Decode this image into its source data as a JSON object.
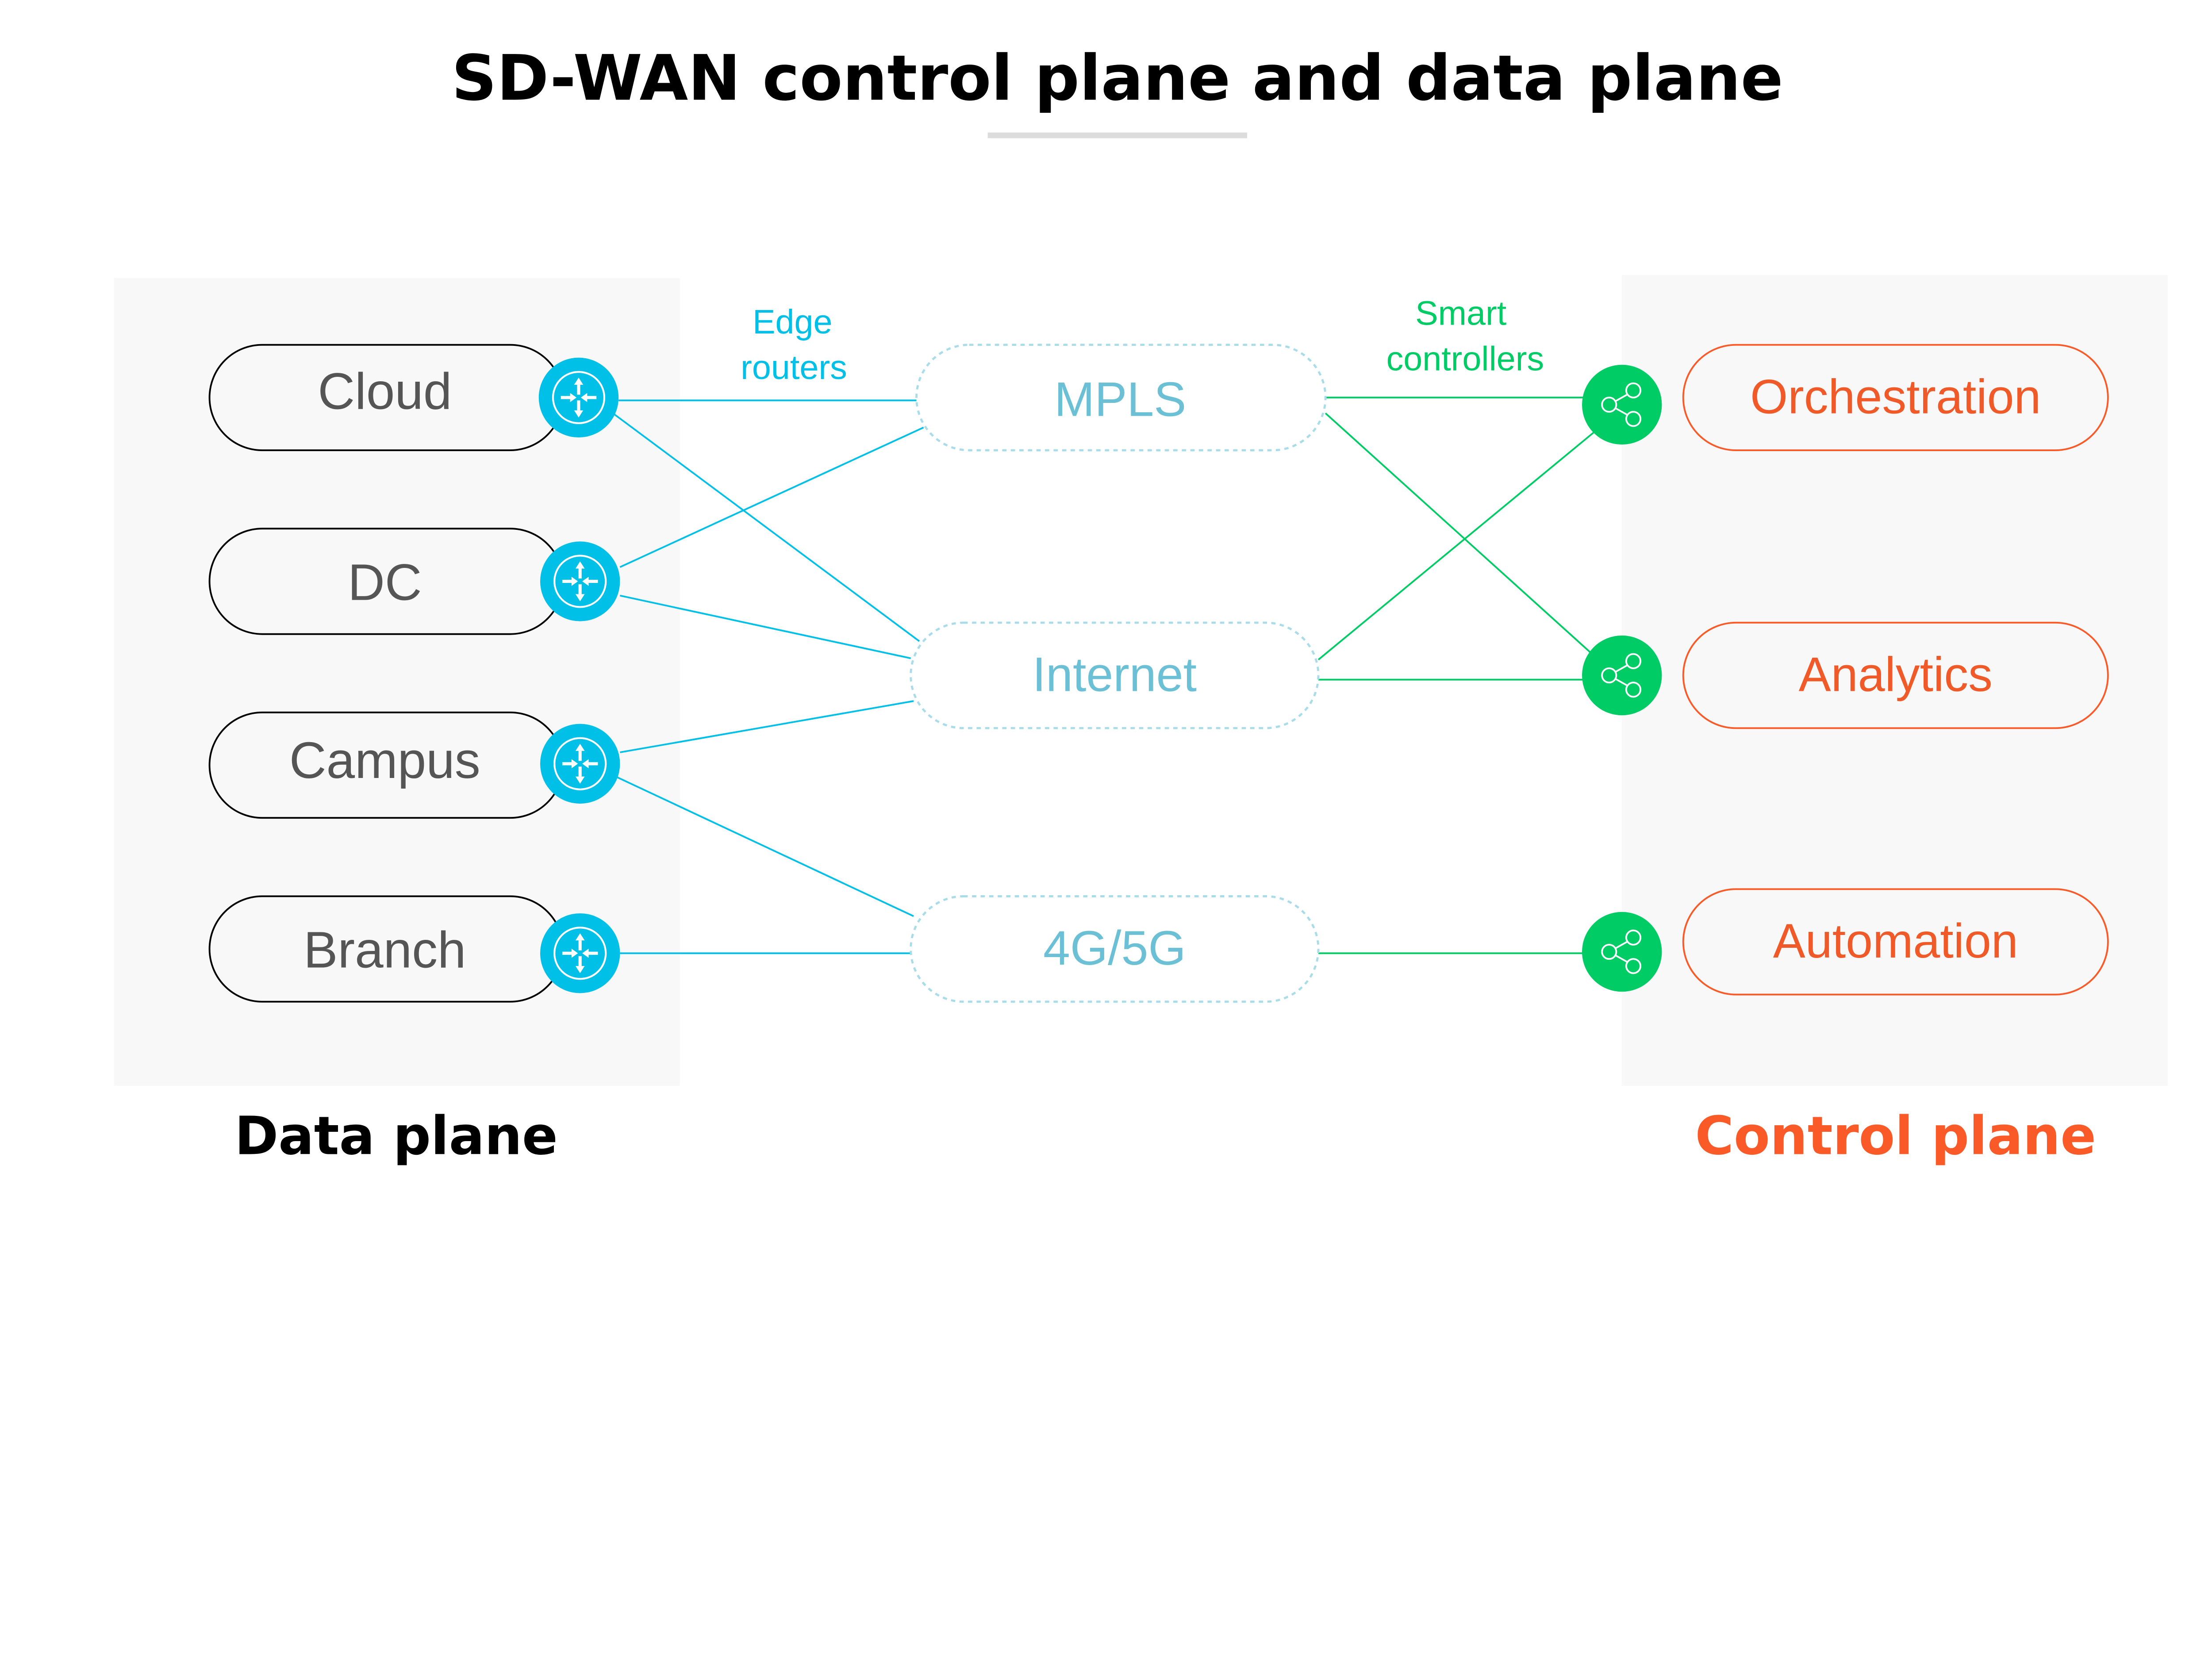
{
  "title": "SD-WAN control plane and data plane",
  "colors": {
    "router_blue": "#00c0e8",
    "controller_green": "#00cc66",
    "control_orange": "#fa5a28",
    "transport_text": "#6cc0d6",
    "panel_bg": "#f8f8f8"
  },
  "data_plane": {
    "label": "Data plane",
    "sites": [
      "Cloud",
      "DC",
      "Campus",
      "Branch"
    ],
    "router_icon": "router-icon"
  },
  "edge_routers_label": [
    "Edge",
    "routers"
  ],
  "transports": [
    "MPLS",
    "Internet",
    "4G/5G"
  ],
  "smart_controllers_label": [
    "Smart",
    "controllers"
  ],
  "control_plane": {
    "label": "Control plane",
    "functions": [
      "Orchestration",
      "Analytics",
      "Automation"
    ],
    "controller_icon": "share-icon"
  },
  "links": {
    "site_to_transport": [
      [
        "Cloud",
        "MPLS"
      ],
      [
        "Cloud",
        "Internet"
      ],
      [
        "DC",
        "MPLS"
      ],
      [
        "DC",
        "Internet"
      ],
      [
        "Campus",
        "Internet"
      ],
      [
        "Campus",
        "4G/5G"
      ],
      [
        "Branch",
        "4G/5G"
      ]
    ],
    "transport_to_controller": [
      [
        "MPLS",
        "Orchestration"
      ],
      [
        "MPLS",
        "Analytics"
      ],
      [
        "Internet",
        "Orchestration"
      ],
      [
        "Internet",
        "Analytics"
      ],
      [
        "4G/5G",
        "Automation"
      ]
    ]
  }
}
